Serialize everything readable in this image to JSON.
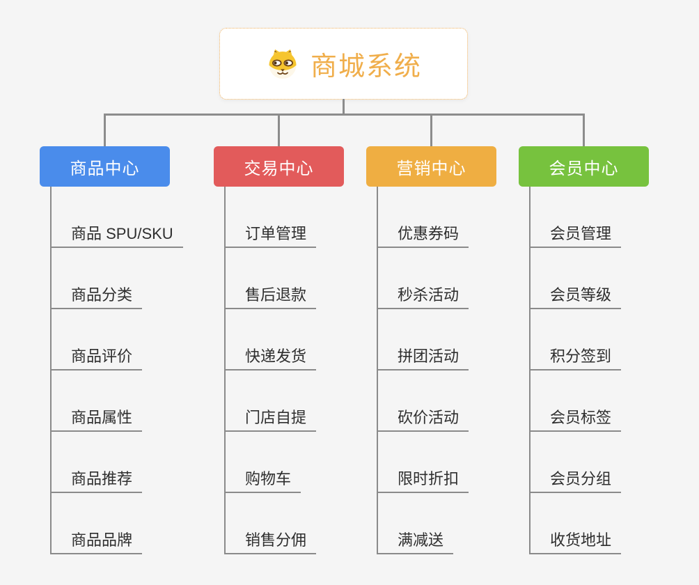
{
  "page": {
    "background_color": "#f5f5f5"
  },
  "root": {
    "title": "商城系统",
    "title_color": "#f0ae4b",
    "border_color": "#efb05c",
    "icon": "dog-face-icon"
  },
  "connectors": {
    "color": "#8c8c8c",
    "underline_color": "#8a8a8a"
  },
  "branches": [
    {
      "label": "商品中心",
      "color": "#4a8ceb",
      "items": [
        "商品 SPU/SKU",
        "商品分类",
        "商品评价",
        "商品属性",
        "商品推荐",
        "商品品牌"
      ]
    },
    {
      "label": "交易中心",
      "color": "#e25b5b",
      "items": [
        "订单管理",
        "售后退款",
        "快递发货",
        "门店自提",
        "购物车",
        "销售分佣"
      ]
    },
    {
      "label": "营销中心",
      "color": "#efae42",
      "items": [
        "优惠券码",
        "秒杀活动",
        "拼团活动",
        "砍价活动",
        "限时折扣",
        "满减送"
      ]
    },
    {
      "label": "会员中心",
      "color": "#77c23e",
      "items": [
        "会员管理",
        "会员等级",
        "积分签到",
        "会员标签",
        "会员分组",
        "收货地址"
      ]
    }
  ]
}
